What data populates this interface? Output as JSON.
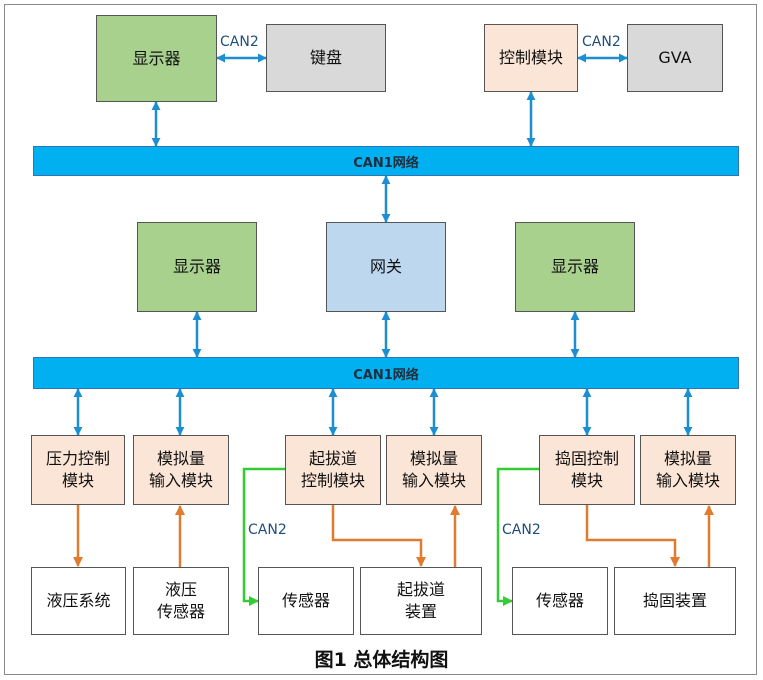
{
  "top": {
    "display": "显示器",
    "keyboard": "键盘",
    "control_module": "控制模块",
    "gva": "GVA",
    "can2_left": "CAN2",
    "can2_right": "CAN2"
  },
  "bus_top": "CAN1网络",
  "middle": {
    "display_left": "显示器",
    "gateway": "网关",
    "display_right": "显示器"
  },
  "bus_bottom": "CAN1网络",
  "modules": {
    "pressure_control": "压力控制\n模块",
    "analog_input_1": "模拟量\n输入模块",
    "track_lift_control": "起拔道\n控制模块",
    "analog_input_2": "模拟量\n输入模块",
    "tamping_control": "捣固控制\n模块",
    "analog_input_3": "模拟量\n输入模块"
  },
  "devices": {
    "hydraulic_system": "液压系统",
    "hydraulic_sensor": "液压\n传感器",
    "sensor_1": "传感器",
    "track_lift_device": "起拔道\n装置",
    "sensor_2": "传感器",
    "tamping_device": "捣固装置"
  },
  "can2_sensor_1": "CAN2",
  "can2_sensor_2": "CAN2",
  "caption": "图1  总体结构图",
  "colors": {
    "can1": "#00b0f0",
    "can_link": "#1d8fd1",
    "orange_link": "#e07b30",
    "green_link": "#33cc33"
  }
}
